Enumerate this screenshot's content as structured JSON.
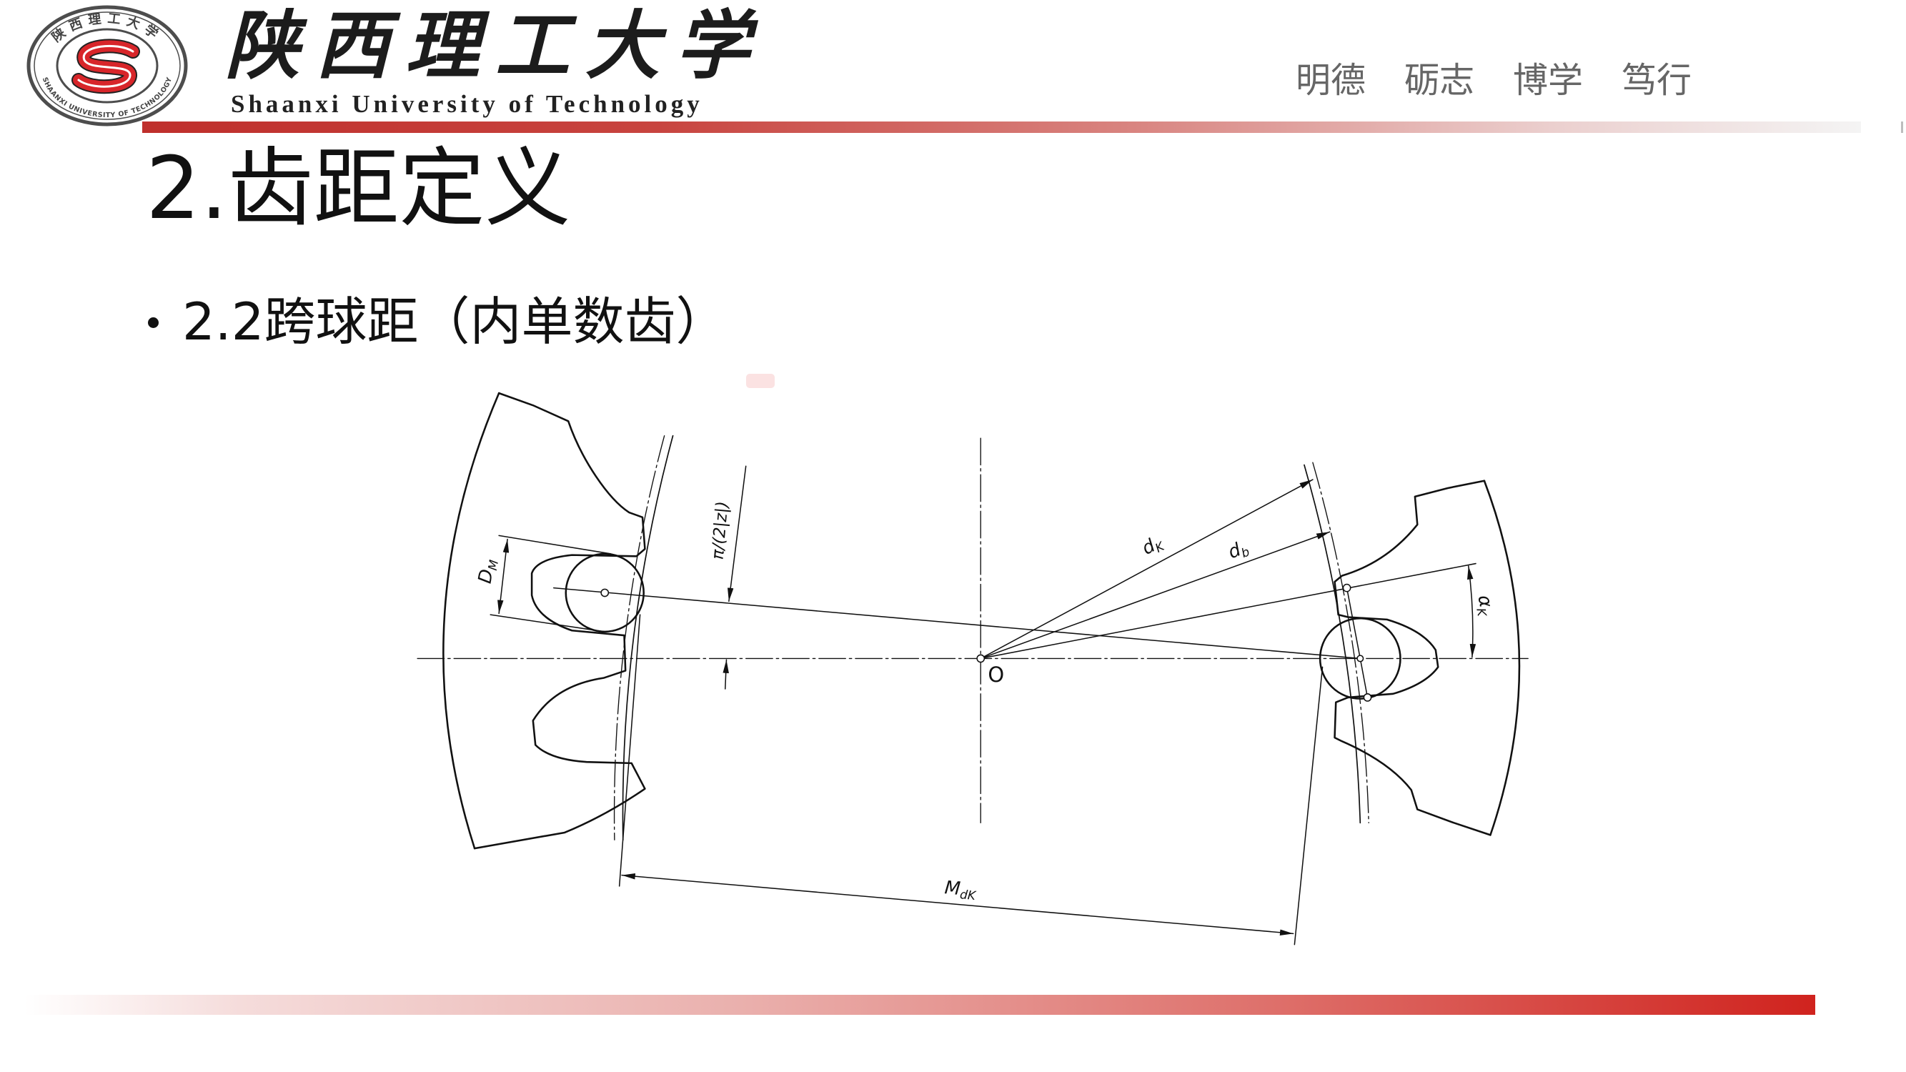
{
  "logo": {
    "ring_cn": "陕西理工大学",
    "ring_en": "SHAANXI UNIVERSITY OF TECHNOLOGY"
  },
  "header": {
    "school_name_cn": "陕西理工大学",
    "school_name_en": "Shaanxi University of Technology",
    "motto": [
      "明德",
      "砺志",
      "博学",
      "笃行"
    ]
  },
  "slide": {
    "title": "2.齿距定义",
    "bullet": "2.2跨球距（内单数齿）"
  },
  "diagram": {
    "labels": {
      "dm": {
        "main": "D",
        "sub": "M"
      },
      "pitch_angle": "π/(2|z|)",
      "dk": {
        "main": "d",
        "sub": "K"
      },
      "db": {
        "main": "d",
        "sub": "b"
      },
      "alpha_k": {
        "main": "α",
        "sub": "K"
      },
      "center": "O",
      "mdk": {
        "main": "M",
        "sub": "dK"
      }
    }
  },
  "colors": {
    "accent_red": "#c62f2b",
    "logo_red": "#d8262a",
    "text": "#111111",
    "motto_gray": "#666666"
  }
}
